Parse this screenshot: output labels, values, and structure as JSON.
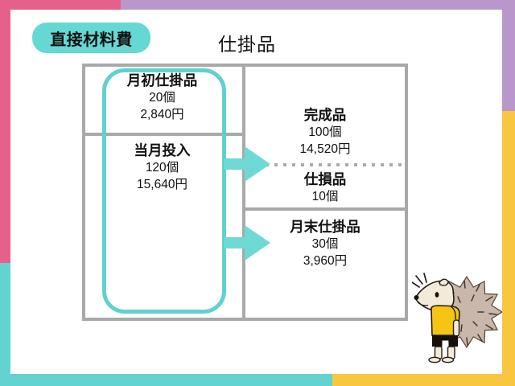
{
  "badge": {
    "label": "直接材料費"
  },
  "title": "仕掛品",
  "account": {
    "debit": {
      "beginning_wip": {
        "name": "月初仕掛品",
        "qty": "20個",
        "amount": "2,840円"
      },
      "current_input": {
        "name": "当月投入",
        "qty": "120個",
        "amount": "15,640円"
      }
    },
    "credit": {
      "finished_goods": {
        "name": "完成品",
        "qty": "100個",
        "amount": "14,520円"
      },
      "spoilage": {
        "name": "仕損品",
        "qty": "10個"
      },
      "ending_wip": {
        "name": "月末仕掛品",
        "qty": "30個",
        "amount": "3,960円"
      }
    }
  },
  "icons": {
    "flow_arrow": "right-arrow",
    "mascot": "hedgehog"
  },
  "colors": {
    "accent_teal": "#66D8D4",
    "frame_pink": "#E5618B",
    "frame_purple": "#B996CB",
    "frame_yellow": "#F9C73F",
    "frame_teal": "#63D3D1",
    "border_gray": "#A9A9A9",
    "text": "#111111",
    "mascot_shirt": "#F6C513",
    "mascot_quills": "#C9B7AB"
  }
}
